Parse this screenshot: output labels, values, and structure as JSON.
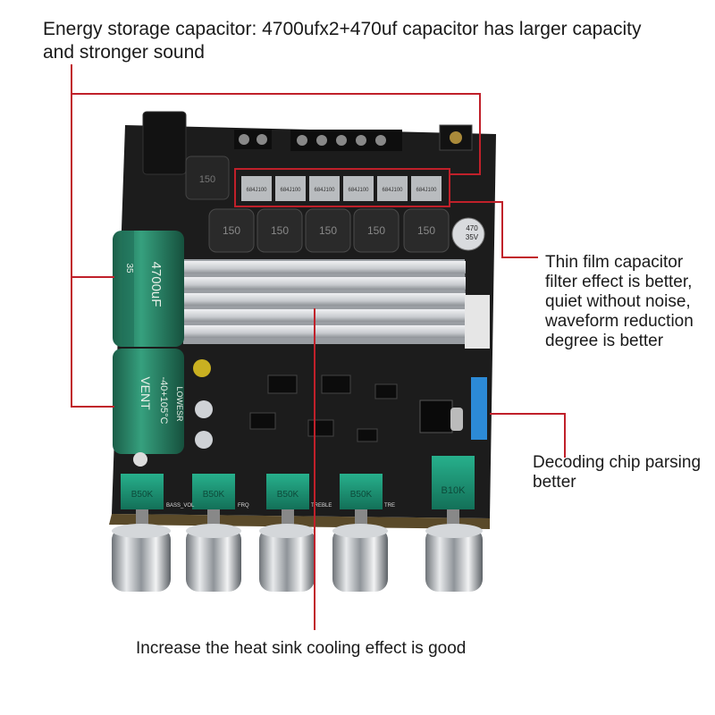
{
  "annotations": {
    "capacitor_title": "Energy storage capacitor: 4700ufx2+470uf capacitor has larger capacity and stronger sound",
    "thin_film": "Thin film capacitor filter effect is better, quiet without noise, waveform reduction degree is better",
    "decoding_chip": "Decoding chip parsing better",
    "heat_sink": "Increase the heat sink cooling effect is good"
  },
  "board_labels": {
    "big_cap_a": "4700uF",
    "big_cap_a_volt": "35",
    "big_cap_b": "VENT",
    "big_cap_b_rating": "-40+105°C",
    "big_cap_b_series": "LOWESR",
    "small_cap": "470",
    "small_cap_volt": "35V",
    "inductor": "150",
    "inductor_small": "150",
    "film_cap": "684J100",
    "pot_a": "B50K",
    "pot_b": "B50K",
    "pot_c": "B50K",
    "pot_d": "B50K",
    "pot_e": "B10K",
    "silk_bass": "BASS_VOL",
    "silk_frq": "FRQ",
    "silk_treble": "TREBLE",
    "silk_tre": "TRE"
  },
  "colors": {
    "pcb": "#1c1c1c",
    "capacitor": "#2a8a6a",
    "callout_line": "#c0202a",
    "heatsink": "#cfd2d6",
    "knob": "#bfc3c8",
    "pot_body": "#1f9a7a"
  }
}
